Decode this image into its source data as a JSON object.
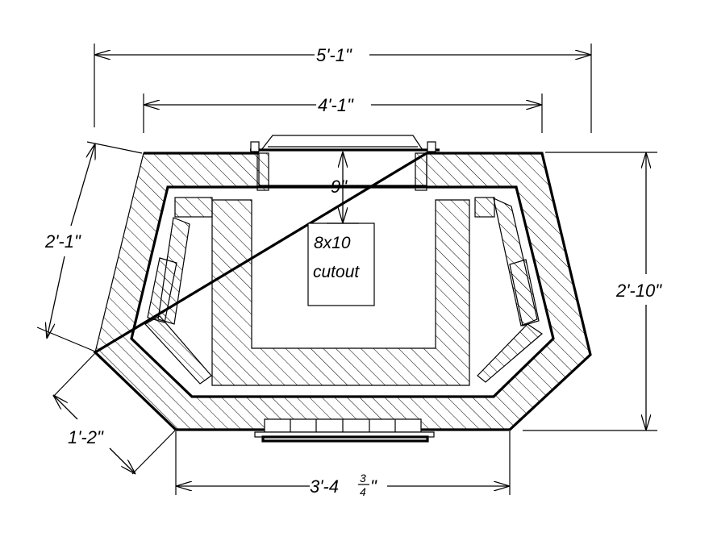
{
  "drawing": {
    "dimensions": {
      "overall_width": "5'-1\"",
      "inner_width": "4'-1\"",
      "side_length": "2'-1\"",
      "depth": "2'-10\"",
      "corner_length": "1'-2\"",
      "bottom_width_main": "3'-4",
      "bottom_width_frac_num": "3",
      "bottom_width_frac_den": "4",
      "bottom_width_frac_close": "\"",
      "cutout_offset": "9\""
    },
    "cutout": {
      "line1": "8x10",
      "line2": "cutout"
    },
    "colors": {
      "line": "#000000",
      "background": "#ffffff"
    }
  }
}
